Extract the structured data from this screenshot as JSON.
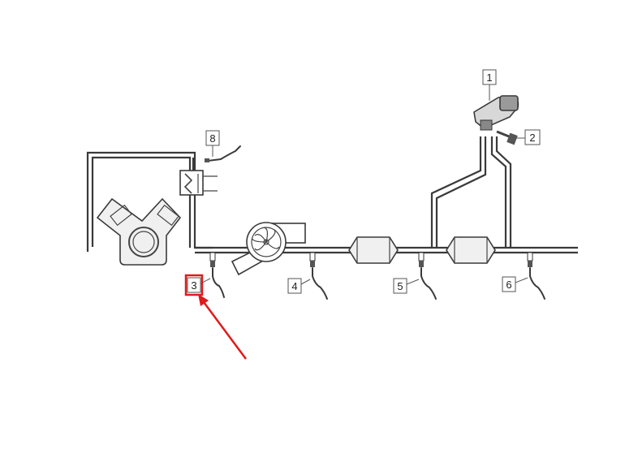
{
  "callouts": [
    {
      "label": "1"
    },
    {
      "label": "2"
    },
    {
      "label": "3"
    },
    {
      "label": "4"
    },
    {
      "label": "5"
    },
    {
      "label": "6"
    },
    {
      "label": "8"
    }
  ],
  "highlighted_callout": "3",
  "colors": {
    "line": "#3a3a3a",
    "highlight": "#e01b1b",
    "background": "#ffffff"
  }
}
